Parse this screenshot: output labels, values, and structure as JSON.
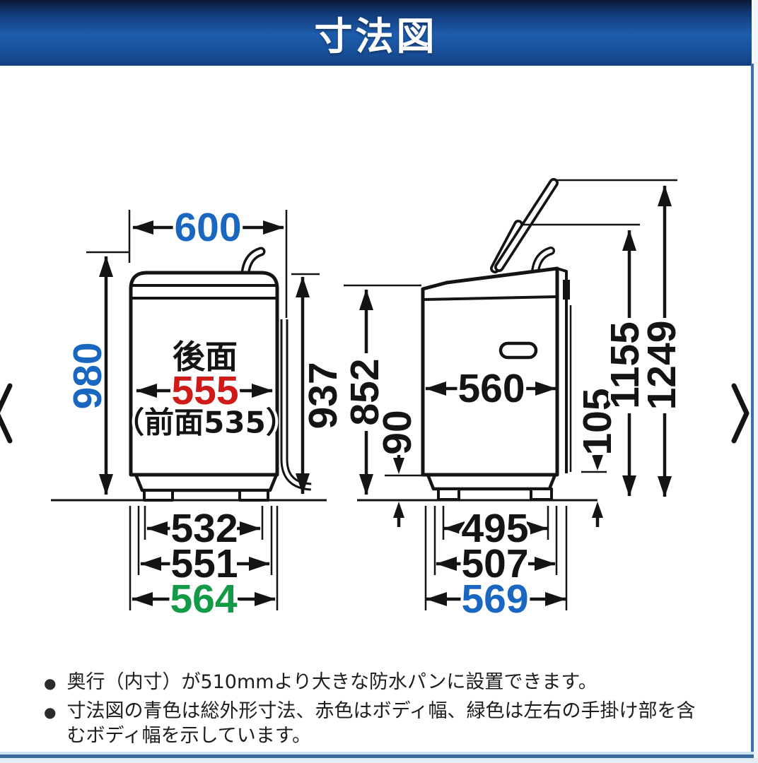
{
  "header": {
    "title": "寸法図"
  },
  "front_view": {
    "rear_label": "後面",
    "front_width_note": "（前面535）",
    "total_width": "600",
    "total_height": "980",
    "rear_body_width": "555",
    "body_height": "937",
    "feet_width": "532",
    "base_width": "551",
    "grip_width": "564"
  },
  "side_view": {
    "body_height": "852",
    "bottom_clearance": "90",
    "body_depth": "560",
    "rear_clearance": "105",
    "lid_open_height_inner": "1155",
    "lid_open_height_total": "1249",
    "feet_depth": "495",
    "base_depth": "507",
    "total_depth": "569"
  },
  "notes": [
    "奥行（内寸）が510mmより大きな防水パンに設置できます。",
    "寸法図の青色は総外形寸法、赤色はボディ幅、緑色は左右の手掛け部を含むボディ幅を示しています。"
  ],
  "colors": {
    "dim_blue": "#1a67c2",
    "dim_red": "#cf1a1a",
    "dim_green": "#129a47",
    "line_black": "#141414",
    "header_blue": "#1c55a3"
  }
}
